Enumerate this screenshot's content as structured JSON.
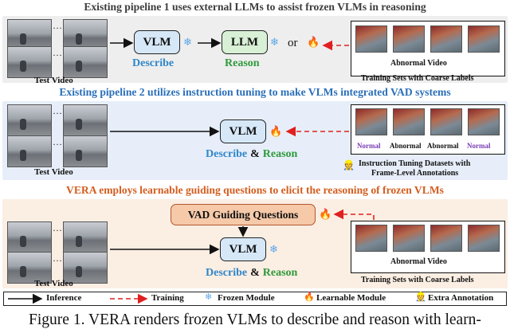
{
  "headings": {
    "pipeline1": "Existing pipeline 1 uses external LLMs to assist frozen VLMs in reasoning",
    "pipeline2": "Existing pipeline 2 utilizes instruction tuning to make VLMs integrated VAD systems",
    "vera": "VERA employs learnable guiding questions to elicit the reasoning of frozen VLMs"
  },
  "labels": {
    "test_video": "Test Video",
    "vlm": "VLM",
    "llm": "LLM",
    "describe": "Describe",
    "reason": "Reason",
    "and": "&",
    "or": "or",
    "abnormal_video": "Abnormal Video",
    "training_sets": "Training Sets with Coarse Labels",
    "instruction_line1": "Instruction Tuning Datasets with",
    "instruction_line2": "Frame-Level Annotations",
    "normal": "Normal",
    "abnormal": "Abnormal",
    "vad_questions": "VAD Guiding Questions",
    "ellipsis": "···"
  },
  "legend": {
    "inference": "Inference",
    "training": "Training",
    "frozen": "Frozen Module",
    "learnable": "Learnable Module",
    "extra": "Extra Annotation"
  },
  "icons": {
    "frozen": "❄",
    "learnable": "🔥",
    "annotation": "👷"
  },
  "colors": {
    "frozen_blue": "#5aa7e6",
    "learnable_orange": "#f05a14",
    "training_red": "#e02020",
    "describe_blue": "#2f86c8",
    "reason_green": "#2f9a3a",
    "normal_purple": "#7a3bb5"
  },
  "caption": "Figure 1.  VERA renders frozen VLMs to describe and reason with learn-"
}
